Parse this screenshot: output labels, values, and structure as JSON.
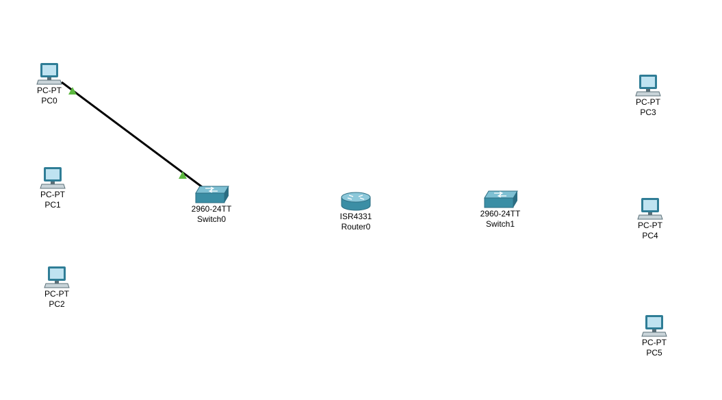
{
  "canvas": {
    "background": "#ffffff"
  },
  "colors": {
    "link": "#000000",
    "link_up": "#5cb83f",
    "device_teal": "#3b8ea5",
    "pc_screen": "#bfe3f1"
  },
  "devices": {
    "pc0": {
      "model": "PC-PT",
      "name": "PC0",
      "icon": "pc-icon"
    },
    "pc1": {
      "model": "PC-PT",
      "name": "PC1",
      "icon": "pc-icon"
    },
    "pc2": {
      "model": "PC-PT",
      "name": "PC2",
      "icon": "pc-icon"
    },
    "pc3": {
      "model": "PC-PT",
      "name": "PC3",
      "icon": "pc-icon"
    },
    "pc4": {
      "model": "PC-PT",
      "name": "PC4",
      "icon": "pc-icon"
    },
    "pc5": {
      "model": "PC-PT",
      "name": "PC5",
      "icon": "pc-icon"
    },
    "switch0": {
      "model": "2960-24TT",
      "name": "Switch0",
      "icon": "switch-icon"
    },
    "switch1": {
      "model": "2960-24TT",
      "name": "Switch1",
      "icon": "switch-icon"
    },
    "router0": {
      "model": "ISR4331",
      "name": "Router0",
      "icon": "router-icon"
    }
  },
  "links": [
    {
      "from": "PC0",
      "to": "Switch0",
      "type": "copper-straight-through",
      "status_from": "up",
      "status_to": "up"
    }
  ]
}
